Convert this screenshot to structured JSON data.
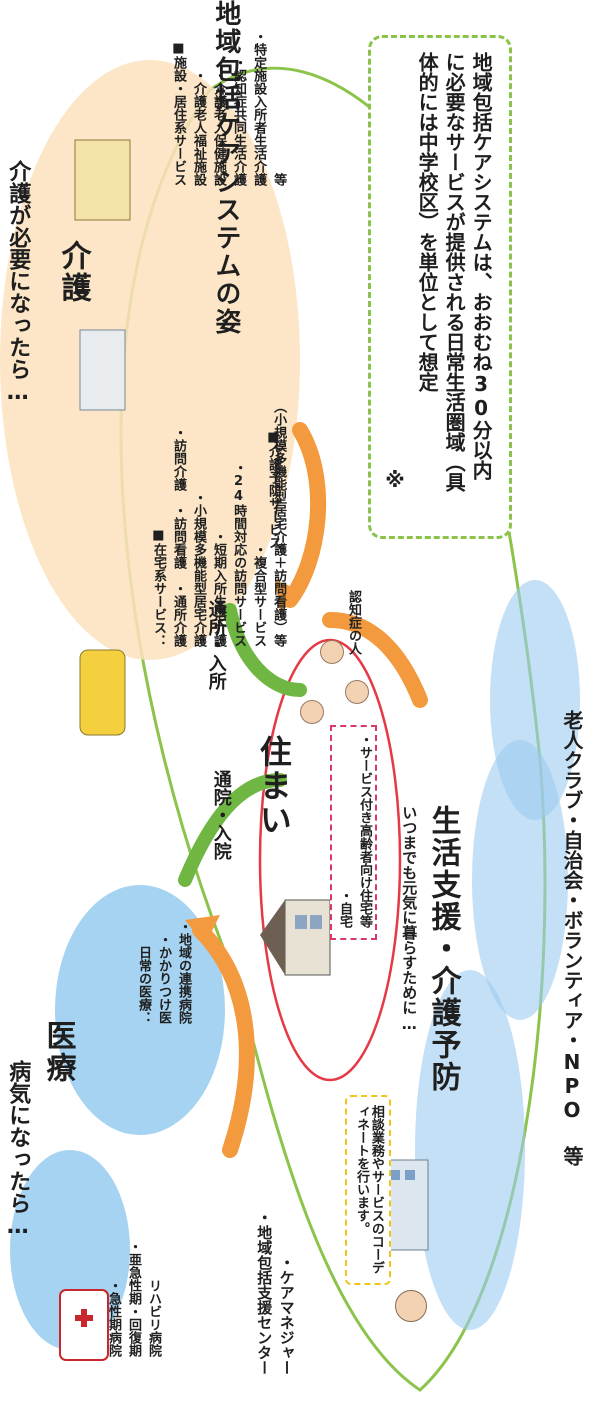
{
  "title": "地域包括ケアシステムの姿",
  "medical": {
    "header": "病気になったら…",
    "big_label": "医療",
    "hospital_items": [
      "・急性期病院",
      "・亜急性期・回復期",
      "　リハビリ病院"
    ],
    "daily_title": "日常の医療：",
    "daily_items": [
      "・かかりつけ医",
      "・地域の連携病院"
    ]
  },
  "care": {
    "header": "介護が必要になったら…",
    "big_label": "介護",
    "facility_items": [
      "■施設・居住系サービス",
      "・介護老人福祉施設",
      "・介護老人保健施設",
      "・認知症共同生活介護",
      "・特定施設入所者生活介護",
      "等"
    ],
    "home_title": "■在宅系サービス：",
    "home_items": [
      "・訪問介護　・訪問看護　・通所介護",
      "・小規模多機能型居宅介護",
      "・短期入所生活介護",
      "・24時間対応の訪問サービス",
      "・複合型サービス",
      "（小規模多機能型居宅介護＋訪問看護）等"
    ],
    "prevention_service": "■介護予防サービス"
  },
  "home": {
    "big_label": "住まい",
    "items": [
      "・自宅",
      "・サービス付き高齢者向け住宅等"
    ],
    "elderly_label": "認知症の人"
  },
  "arrows": {
    "to_medical": "通院・入院",
    "to_care": "通所・入所"
  },
  "support": {
    "intro": "いつまでも元気に暮らすために…",
    "big_label": "生活支援・介護予防",
    "orgs": "老人クラブ・自治会・ボランティア・NPO 等"
  },
  "center": {
    "roles": [
      "・地域包括支援センター",
      "・ケアマネジャー"
    ],
    "note": "相談業務やサービスのコーディネートを行います。"
  },
  "note": {
    "mark": "※",
    "text": "地域包括ケアシステムは、おおむね30分以内に必要なサービスが提供される日常生活圏域（具体的には中学校区）を単位として想定"
  },
  "colors": {
    "medical_blob": "#8fc8ee",
    "care_blob": "#fce2bd",
    "support_blob": "#9cccf0",
    "home_ring": "#e53945",
    "green_path": "#8cc34a",
    "arrow_orange": "#f29a3d",
    "arrow_green": "#6fb742"
  }
}
